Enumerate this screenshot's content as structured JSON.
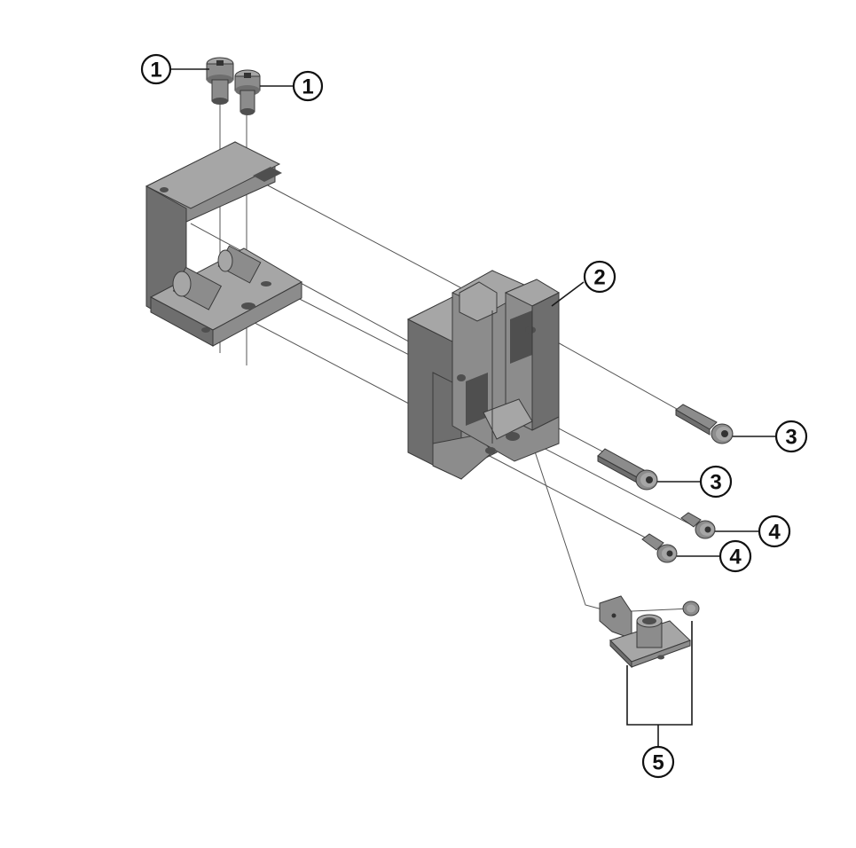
{
  "callouts": [
    {
      "id": "c1a",
      "label": "1"
    },
    {
      "id": "c1b",
      "label": "1"
    },
    {
      "id": "c2",
      "label": "2"
    },
    {
      "id": "c3a",
      "label": "3"
    },
    {
      "id": "c3b",
      "label": "3"
    },
    {
      "id": "c4a",
      "label": "4"
    },
    {
      "id": "c4b",
      "label": "4"
    },
    {
      "id": "c5",
      "label": "5"
    }
  ],
  "colors": {
    "part_body": "#7a7a7a",
    "line": "#1a1a1a",
    "background": "#ffffff"
  }
}
